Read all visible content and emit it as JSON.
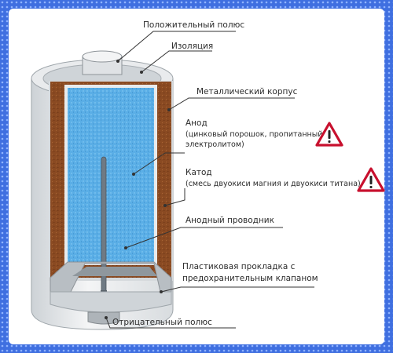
{
  "colors": {
    "frame": "#3f6fe0",
    "frame_dots": "#8fb3ff",
    "background": "#ffffff",
    "casing": "#e6e8ea",
    "cathode": "#8a4a22",
    "anode": "#5aaee6",
    "leader": "#333333",
    "warning": "#c8102e"
  },
  "labels": {
    "positive_pole": "Положительный полюс",
    "insulation": "Изоляция",
    "metal_case": "Металлический корпус",
    "anode_title": "Анод",
    "anode_desc_1": "(цинковый порошок, пропитанный",
    "anode_desc_2": "электролитом)",
    "cathode_title": "Катод",
    "cathode_desc": "(смесь двуокиси магния и двуокиси титана)",
    "anode_conductor": "Анодный проводник",
    "gasket_1": "Пластиковая прокладка с",
    "gasket_2": "предохранительным клапаном",
    "negative_pole": "Отрицательный полюс"
  },
  "icons": {
    "anode_warning": "warning-triangle-icon",
    "cathode_warning": "warning-triangle-icon"
  }
}
